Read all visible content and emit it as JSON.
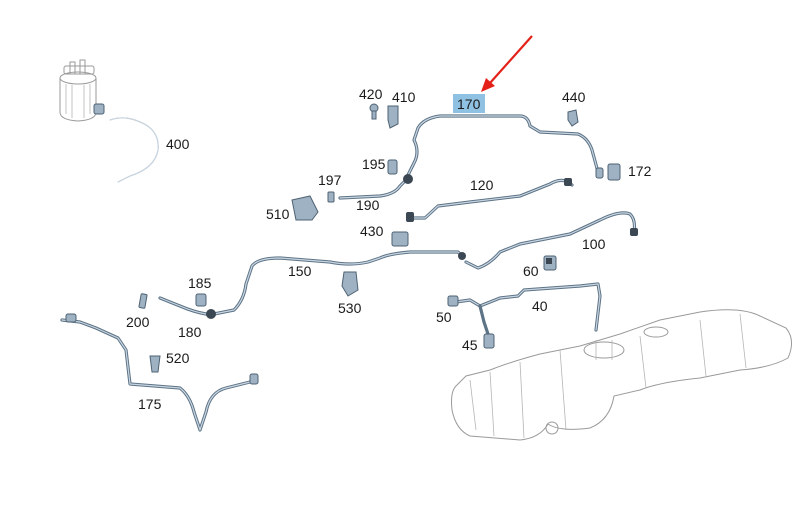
{
  "diagram": {
    "highlight_color": "#8fc1e3",
    "arrow_color": "#e32119",
    "highlighted_part": "170",
    "labels": {
      "l400": "400",
      "l420": "420",
      "l410": "410",
      "l170": "170",
      "l440": "440",
      "l195": "195",
      "l197": "197",
      "l172": "172",
      "l120": "120",
      "l190": "190",
      "l510": "510",
      "l430": "430",
      "l100": "100",
      "l185": "185",
      "l150": "150",
      "l60": "60",
      "l40": "40",
      "l530": "530",
      "l200": "200",
      "l180": "180",
      "l50": "50",
      "l520": "520",
      "l45": "45",
      "l175": "175"
    }
  }
}
